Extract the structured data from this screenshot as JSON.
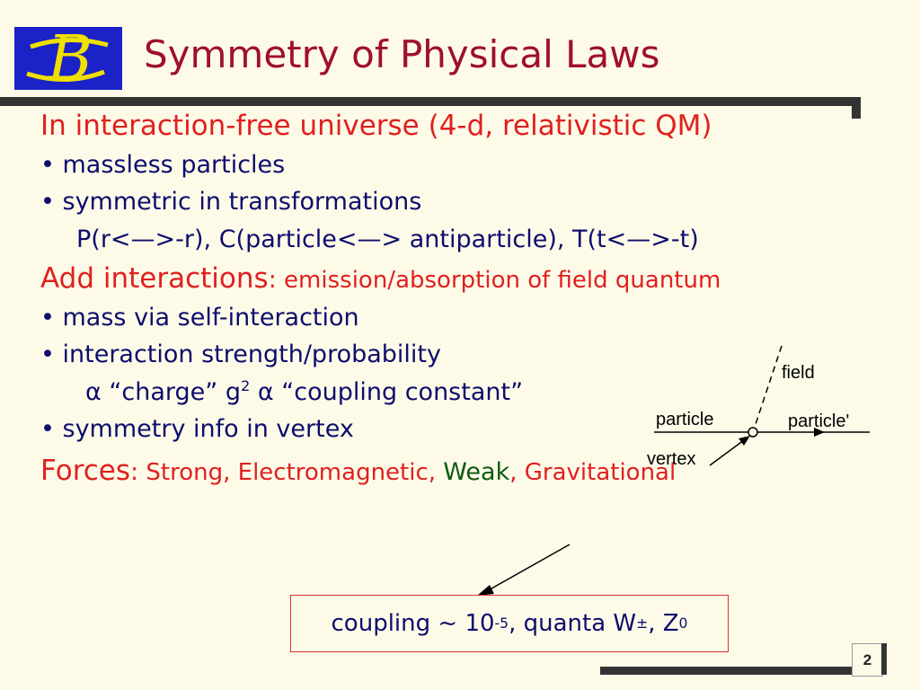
{
  "slide": {
    "title": "Symmetry of Physical Laws",
    "page_number": "2",
    "colors": {
      "title": "#a0102a",
      "heading": "#e02020",
      "body": "#0d0d6e",
      "weak": "#105a10",
      "background": "#fdfbe8"
    }
  },
  "logo": {
    "letter": "B",
    "colors": {
      "box": "#1a22c8",
      "letter": "#f0e000"
    }
  },
  "content": {
    "heading1": "In interaction-free universe (4-d, relativistic QM)",
    "bullet1": "• massless particles",
    "bullet2": "• symmetric in transformations",
    "transforms": "P(r<—>-r), C(particle<—> antiparticle), T(t<—>-t)",
    "heading2_main": "Add interactions",
    "heading2_sep": ":",
    "heading2_rest": " emission/absorption of field quantum",
    "bullet3": "• mass via self-interaction",
    "bullet4": "• interaction strength/probability",
    "alpha1": "α",
    "charge": " “charge” g",
    "charge_exp": "2",
    "alpha2": " α ",
    "coupling_constant": "“coupling constant”",
    "bullet5": "• symmetry info in vertex",
    "forces_main": "Forces",
    "forces_sep": ":",
    "forces_list": " Strong, Electromagnetic, ",
    "force_weak": "Weak",
    "force_grav": ", Gravitational"
  },
  "diagram": {
    "field": "field",
    "particle_in": "particle",
    "particle_out": "particle'",
    "vertex": "vertex"
  },
  "callout": {
    "prefix": "coupling ~ 10",
    "exp": "-5",
    "mid": ", quanta W",
    "pm": "±",
    "sep": ", Z",
    "z_exp": "0"
  }
}
